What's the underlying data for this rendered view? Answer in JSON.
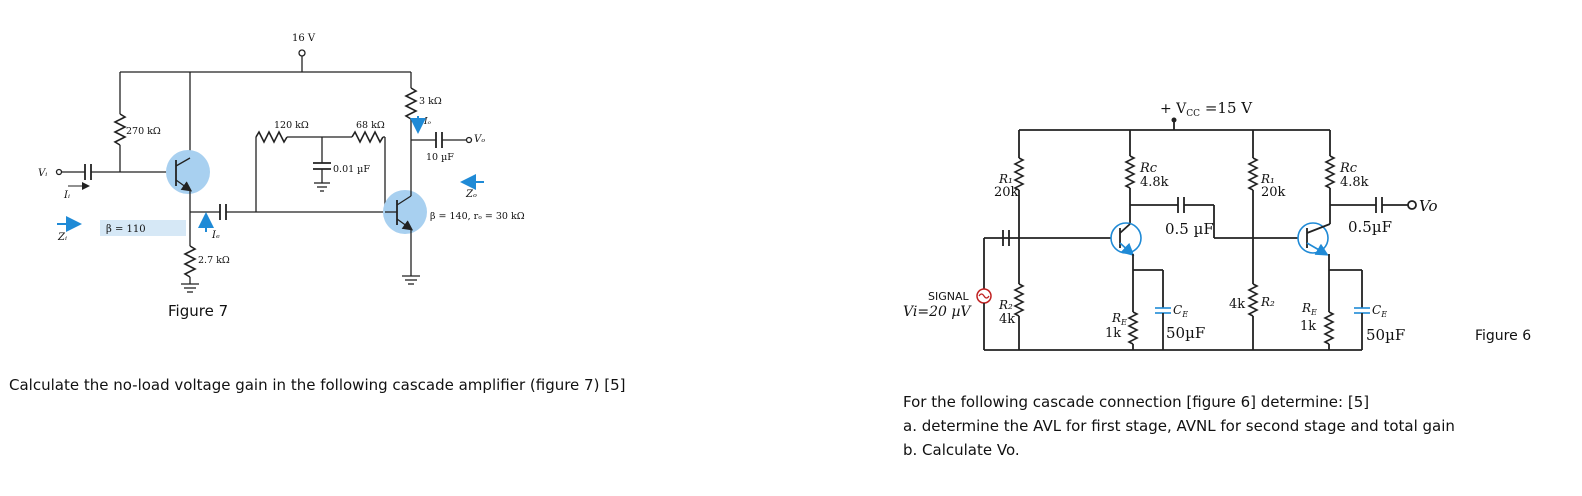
{
  "figure7": {
    "caption": "Figure  7",
    "supply": "16 V",
    "r_270k": "270 kΩ",
    "r_27k": "2.7 kΩ",
    "r_120k": "120 kΩ",
    "r_68k": "68 kΩ",
    "c_001": "0.01 µF",
    "r_3k": "3 kΩ",
    "c_10u": "10 µF",
    "beta1": "β = 110",
    "beta2_ro": "β = 140, rₒ = 30 kΩ",
    "vi": "Vᵢ",
    "ii": "Iᵢ",
    "zi": "Zᵢ",
    "ie": "Iₑ",
    "io": "Iₒ",
    "zo": "Zₒ",
    "vo": "Vₒ"
  },
  "figure6": {
    "caption": "Figure 6",
    "vcc": "+ V",
    "vcc_sub": "CC",
    "vcc_value": " =15 V",
    "signal_label": "SIGNAL",
    "vi_value": "Vi=20 µV",
    "stage1": {
      "r1": "R₁",
      "r1_value": "20k",
      "r2": "R₂",
      "r2_value": "4k",
      "rc": "Rc",
      "rc_value": "4.8k",
      "re": "R_E",
      "re_value": "1k",
      "ce": "C_E",
      "ce_value": "50µF",
      "cc": "0.5 µF"
    },
    "stage2": {
      "r1": "R₁",
      "r1_value": "20k",
      "r2": "R₂",
      "r2_value": "4k",
      "rc": "Rc",
      "rc_value": "4.8k",
      "re": "R_E",
      "re_value": "1k",
      "ce": "C_E",
      "ce_value": "50µF",
      "cc": "0.5µF"
    },
    "vo": "Vo"
  },
  "questions": {
    "fig7_question": "Calculate the no-load voltage gain in the following cascade amplifier (figure 7) [5]",
    "fig6_line1": "For the following cascade connection [figure 6] determine: [5]",
    "fig6_line2": "a. determine the AVL for first stage, AVNL for second stage and total gain",
    "fig6_line3": "b. Calculate Vo."
  }
}
